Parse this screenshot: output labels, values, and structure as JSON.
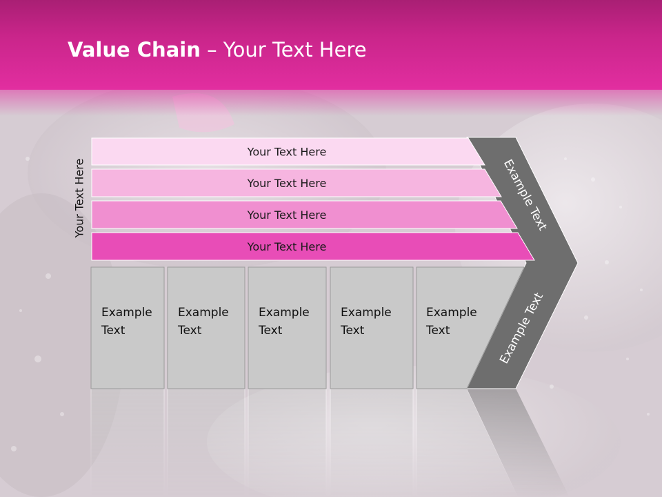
{
  "slide": {
    "title_bold": "Value Chain",
    "title_rest": " – Your Text Here",
    "side_label": "Your Text Here"
  },
  "rows": [
    {
      "label": "Your Text Here",
      "color": "#fbd9f1"
    },
    {
      "label": "Your Text Here",
      "color": "#f6b5e0"
    },
    {
      "label": "Your Text Here",
      "color": "#f08fd0"
    },
    {
      "label": "Your Text Here",
      "color": "#e84db7"
    }
  ],
  "boxes": [
    {
      "line1": "Example",
      "line2": "Text"
    },
    {
      "line1": "Example",
      "line2": "Text"
    },
    {
      "line1": "Example",
      "line2": "Text"
    },
    {
      "line1": "Example",
      "line2": "Text"
    },
    {
      "line1": "Example",
      "line2": "Text"
    }
  ],
  "chevron": {
    "upper_label": "Example Text",
    "lower_label": "Example Text",
    "color": "#6e6e6e"
  },
  "colors": {
    "header": "#e22ea0",
    "box_fill": "#c9c9c9",
    "box_border": "#9a9a9a"
  }
}
